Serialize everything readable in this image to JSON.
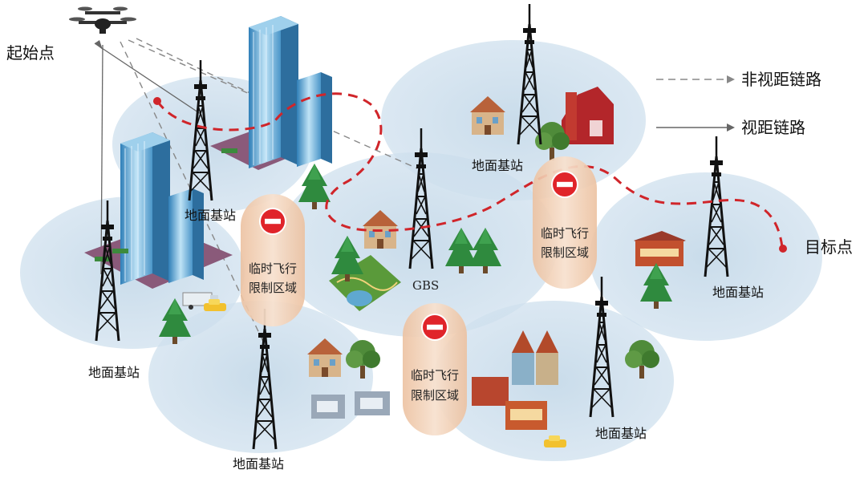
{
  "labels": {
    "start": "起始点",
    "target": "目标点",
    "gbs": "GBS",
    "ground_station": "地面基站",
    "nlos_link": "非视距链路",
    "los_link": "视距链路",
    "no_fly_zone_line1": "临时飞行",
    "no_fly_zone_line2": "限制区域"
  },
  "legend": [
    {
      "key": "nlos",
      "label": "非视距链路",
      "style": "dashed"
    },
    {
      "key": "los",
      "label": "视距链路",
      "style": "solid"
    }
  ],
  "ground_stations": [
    {
      "id": "gs-left-top",
      "label": "地面基站"
    },
    {
      "id": "gs-left-bottom",
      "label": "地面基站"
    },
    {
      "id": "gs-bottom-center",
      "label": "地面基站"
    },
    {
      "id": "gs-top-right",
      "label": "地面基站"
    },
    {
      "id": "gs-right",
      "label": "地面基站"
    },
    {
      "id": "gs-bottom-right",
      "label": "地面基站"
    }
  ],
  "no_fly_zones": [
    {
      "id": "nfz-left",
      "line1": "临时飞行",
      "line2": "限制区域"
    },
    {
      "id": "nfz-center",
      "line1": "临时飞行",
      "line2": "限制区域"
    },
    {
      "id": "nfz-right",
      "line1": "临时飞行",
      "line2": "限制区域"
    }
  ],
  "colors": {
    "coverage": "#c9dcea",
    "path": "#d0252a",
    "nfz": "#f2c9a8",
    "no_entry": "#e0242a",
    "tower": "#111111",
    "link": "#777777"
  },
  "icons": [
    "drone-icon",
    "tower-icon",
    "skyscraper-icon",
    "tree-icon",
    "house-icon",
    "no-entry-icon",
    "car-icon",
    "truck-icon",
    "pond-icon"
  ]
}
